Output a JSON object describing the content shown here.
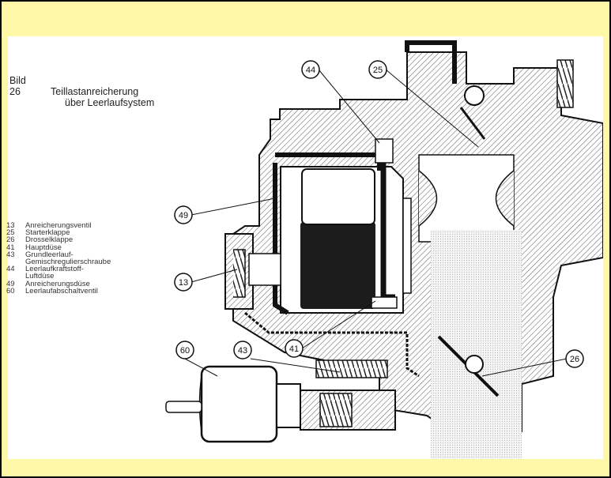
{
  "figure": {
    "number": "Bild 26",
    "title_line1": "Teillastanreicherung",
    "title_line2": "über Leerlaufsystem"
  },
  "legend": [
    {
      "key": "13",
      "label": "Anreicherungsventil"
    },
    {
      "key": "25",
      "label": "Starterklappe"
    },
    {
      "key": "26",
      "label": "Drosselklappe"
    },
    {
      "key": "41",
      "label": "Hauptdüse"
    },
    {
      "key": "43",
      "label": "Grundleerlauf-"
    },
    {
      "key": "",
      "label": "Gemischregulierschraube"
    },
    {
      "key": "44",
      "label": "Leerlaufkraftstoff-"
    },
    {
      "key": "",
      "label": "Luftdüse"
    },
    {
      "key": "49",
      "label": "Anreicherungsdüse"
    },
    {
      "key": "60",
      "label": "Leerlaufabschaltventil"
    }
  ],
  "callouts": [
    "44",
    "25",
    "49",
    "13",
    "41",
    "60",
    "43",
    "26"
  ],
  "colors": {
    "frame_bg": "#fef8a8",
    "plate_bg": "#ffffff",
    "ink": "#111111",
    "hatch": "#555555",
    "fuel": "#1a1a1a",
    "dots": "#d9d9d9"
  }
}
